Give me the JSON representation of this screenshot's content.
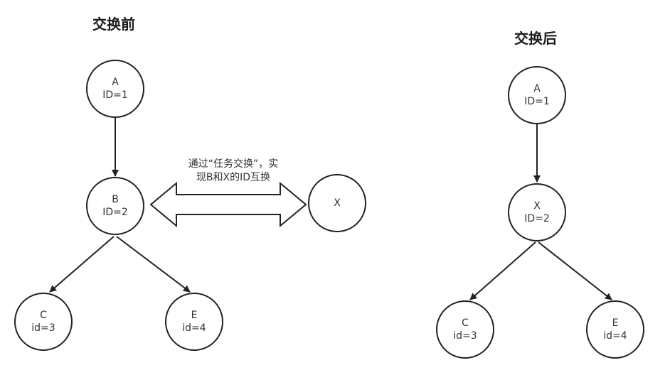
{
  "titles": {
    "before": "交换前",
    "after": "交换后"
  },
  "note": {
    "line1": "通过“任务交换”，实",
    "line2": "现B和X的ID互换"
  },
  "before_nodes": {
    "a": {
      "name": "A",
      "id": "ID=1"
    },
    "b": {
      "name": "B",
      "id": "ID=2"
    },
    "c": {
      "name": "C",
      "id": "id=3"
    },
    "e": {
      "name": "E",
      "id": "id=4"
    }
  },
  "swap_node": {
    "name": "X"
  },
  "after_nodes": {
    "a": {
      "name": "A",
      "id": "ID=1"
    },
    "x": {
      "name": "X",
      "id": "ID=2"
    },
    "c": {
      "name": "C",
      "id": "id=3"
    },
    "e": {
      "name": "E",
      "id": "id=4"
    }
  },
  "colors": {
    "stroke": "#222222",
    "node_fill": "#ffffff",
    "text": "#333333"
  }
}
